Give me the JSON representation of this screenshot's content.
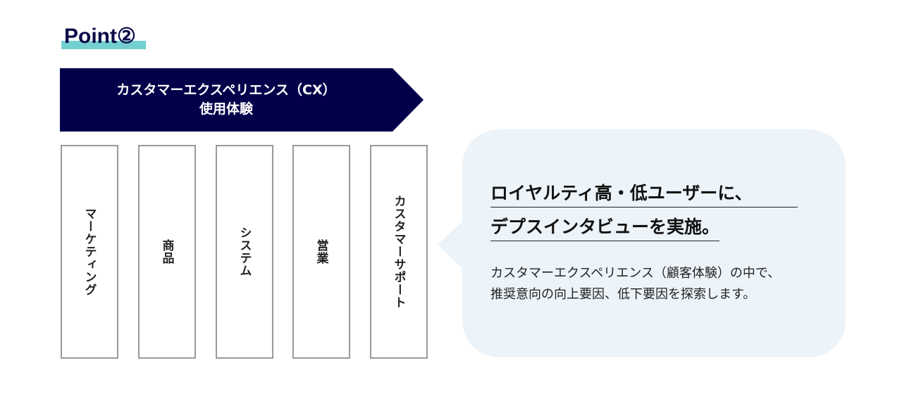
{
  "point_label": "Point②",
  "banner": {
    "line1": "カスタマーエクスペリエンス（CX）",
    "line2": "使用体験"
  },
  "columns": [
    "マーケティング",
    "商品",
    "システム",
    "営業",
    "カスタマーサポート"
  ],
  "callout": {
    "headline_line1": "ロイヤルティ高・低ユーザーに、",
    "headline_line2": "デプスインタビューを実施。",
    "body_line1": "カスタマーエクスペリエンス（顧客体験）の中で、",
    "body_line2": "推奨意向の向上要因、低下要因を探索します。"
  },
  "colors": {
    "navy": "#03004a",
    "teal": "#74cfd0",
    "bubble": "#ecf3f9"
  }
}
